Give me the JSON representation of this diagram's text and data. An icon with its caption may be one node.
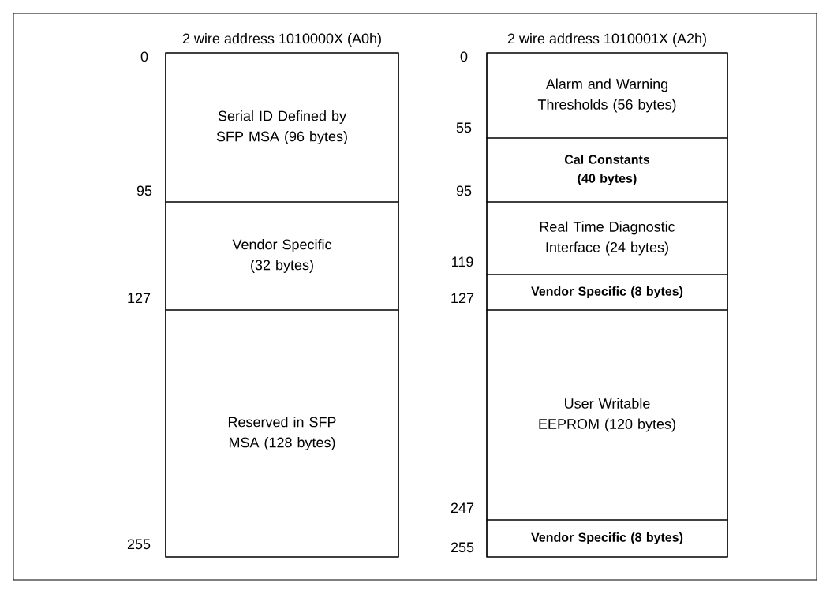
{
  "diagram": {
    "nodes": [
      {
        "text": [
          "2 wire address 1010000X (A0h)"
        ]
      },
      {
        "text": [
          "Serial ID Defined by SFP MSA (96 bytes)"
        ],
        "in": 0
      },
      {
        "text": [
          "Vendor Specific (32 bytes)"
        ],
        "in": 0
      },
      {
        "text": [
          "Reserved in SFP MSA (128 bytes)"
        ],
        "in": 0
      },
      {
        "text": [
          "2 wire address 1010001X (A2h)"
        ]
      },
      {
        "text": [
          "Alarm and Warning Thresholds (56 bytes)"
        ],
        "in": 4
      },
      {
        "text": [
          "Cal Constants (40 bytes)"
        ],
        "in": 4
      },
      {
        "text": [
          "Real Time Diagnostic Interface (24 bytes)"
        ],
        "in": 4
      },
      {
        "text": [
          "Vendor Specific (8 bytes)"
        ],
        "in": 4
      },
      {
        "text": [
          "User Writable EEPROM (120 bytes)"
        ],
        "in": 4
      },
      {
        "text": [
          "Vendor Specific (8 bytes)"
        ],
        "in": 4
      }
    ],
    "labels": [
      "0",
      "95",
      "127",
      "255",
      "0",
      "55",
      "95",
      "119",
      "127",
      "247",
      "255"
    ]
  }
}
